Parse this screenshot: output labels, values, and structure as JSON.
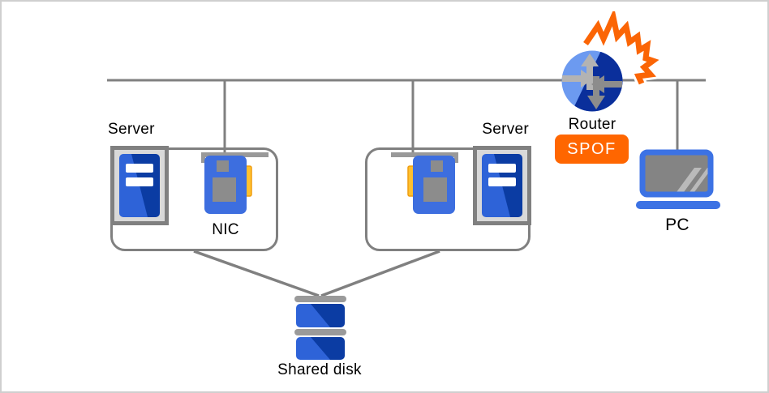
{
  "canvas": {
    "background": "#ffffff",
    "border_color": "#cfcfcf"
  },
  "nodes": {
    "server_left": {
      "label": "Server",
      "icon": "server-tower-icon"
    },
    "server_right": {
      "label": "Server",
      "icon": "server-tower-icon"
    },
    "nic": {
      "label": "NIC",
      "icon": "nic-card-icon"
    },
    "router": {
      "label": "Router",
      "badge": "SPOF",
      "icon": "router-icon",
      "overlay": "explosion-icon"
    },
    "pc": {
      "label": "PC",
      "icon": "laptop-icon"
    },
    "shared_disk": {
      "label": "Shared disk",
      "icon": "disk-stack-icon"
    }
  },
  "connections": [
    "network-bus to left-server NIC",
    "network-bus to right-server NIC",
    "network-bus through router",
    "network-bus to PC",
    "left server group to shared disk",
    "right server group to shared disk"
  ],
  "colors": {
    "wire_gray": "#808080",
    "tower_blue_light": "#2E63D8",
    "tower_blue_dark": "#0B3CA3",
    "nic_blue": "#3D6EDF",
    "nic_yellow": "#FFC02E",
    "router_blue_light": "#6C9AF0",
    "router_blue_dark": "#0A2F9B",
    "laptop_blue": "#3C72E4",
    "chip_gray": "#8C8C8C",
    "panel_gray": "#D9D9D9",
    "spof_orange": "#FF6600",
    "explosion_orange": "#FB6505"
  }
}
